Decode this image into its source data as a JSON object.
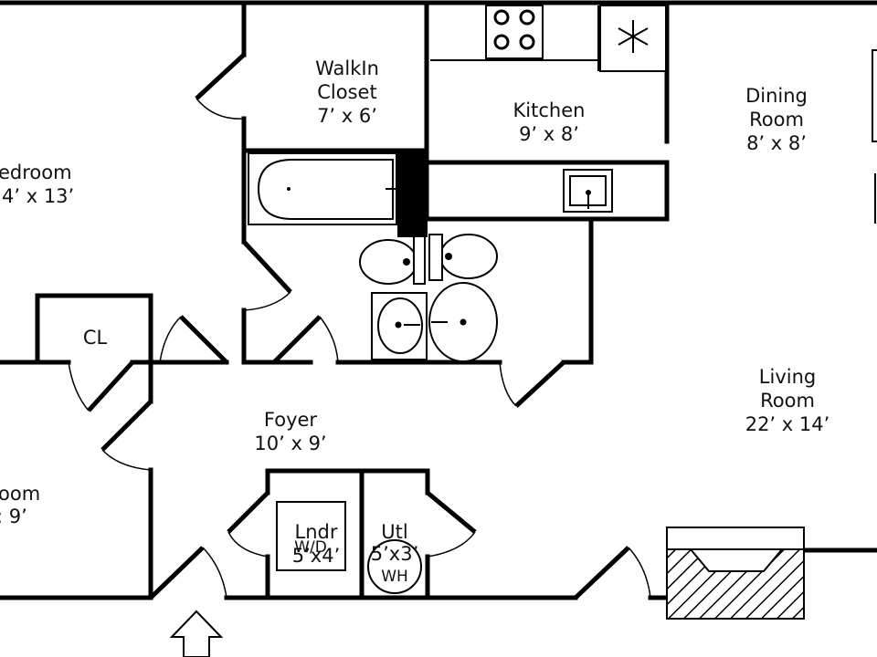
{
  "colors": {
    "wall": "#000000",
    "ink": "#111111",
    "paper": "#ffffff"
  },
  "rooms": {
    "walkin": {
      "line1": "WalkIn",
      "line2": "Closet",
      "dims": "7’ x 6’"
    },
    "kitchen": {
      "name": "Kitchen",
      "dims": "9’ x 8’"
    },
    "dining": {
      "line1": "Dining",
      "line2": "Room",
      "dims": "8’ x 8’"
    },
    "bedroom": {
      "name": "edroom",
      "dims": "4’ x 13’"
    },
    "closet": {
      "name": "CL"
    },
    "foyer": {
      "name": "Foyer",
      "dims": "10’ x 9’"
    },
    "living": {
      "line1": "Living",
      "line2": "Room",
      "dims": "22’ x 14’"
    },
    "bedroom2": {
      "name": "oom",
      "dims": ": 9’"
    },
    "laundry": {
      "name": "Lndr",
      "dims": "5’x4’",
      "appliance": "W/D"
    },
    "utility": {
      "name": "Utl",
      "dims": "5’x3’",
      "appliance": "WH"
    }
  },
  "icons": {
    "stove": "stove-icon",
    "fridge": "snowflake-icon",
    "entry": "entry-arrow-icon",
    "fireplace": "fireplace-icon"
  }
}
